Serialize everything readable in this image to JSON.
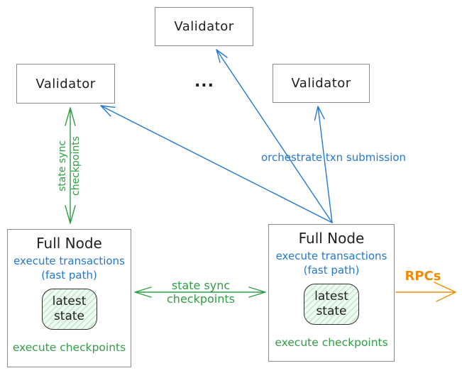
{
  "colors": {
    "blue": "#2478d2",
    "green": "#2f9e44",
    "orange": "#f08c00",
    "ink": "#1e1e1e",
    "border": "#8a8a8a",
    "statefill": "#effaf1",
    "statehatch": "#bfe8c9"
  },
  "validators": {
    "top": "Validator",
    "left": "Validator",
    "right": "Validator"
  },
  "ellipsis": "...",
  "full_nodes": {
    "left": {
      "title": "Full Node",
      "fast1": "execute transactions",
      "fast2": "(fast path)",
      "state1": "latest",
      "state2": "state",
      "checkpoints": "execute checkpoints"
    },
    "right": {
      "title": "Full Node",
      "fast1": "execute transactions",
      "fast2": "(fast path)",
      "state1": "latest",
      "state2": "state",
      "checkpoints": "execute checkpoints"
    }
  },
  "arrow_labels": {
    "state_sync_vertical": {
      "line1": "state sync",
      "line2": "checkpoints"
    },
    "state_sync_horizontal": {
      "line1": "state sync",
      "line2": "checkpoints"
    },
    "orchestrate": "orchestrate txn submission",
    "rpcs": "RPCs"
  }
}
